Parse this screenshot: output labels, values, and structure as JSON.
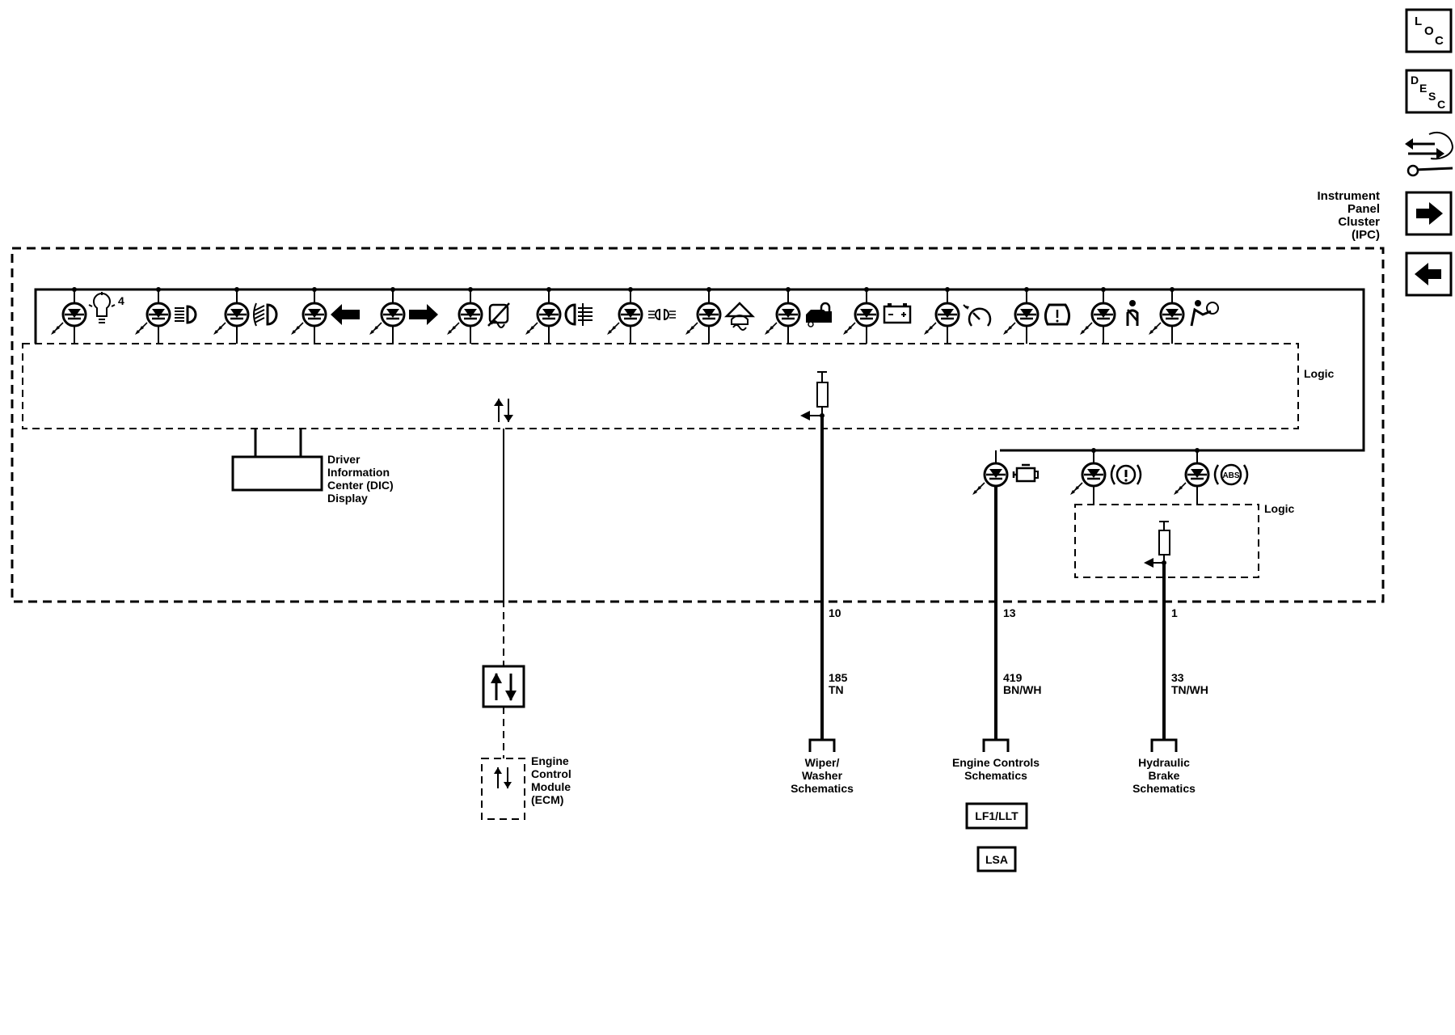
{
  "nav_buttons": {
    "loc": {
      "l1": "L",
      "l2": "O",
      "l3": "C"
    },
    "desc": {
      "l1": "D",
      "l2": "E",
      "l3": "S",
      "l4": "C"
    },
    "connector_icon": "connector-wrench-icon",
    "next_icon": "arrow-right-icon",
    "prev_icon": "arrow-left-icon"
  },
  "ipc": {
    "label_lines": [
      "Instrument",
      "Panel",
      "Cluster",
      "(IPC)"
    ],
    "logic_label": "Logic",
    "logic2_label": "Logic",
    "dic_label_lines": [
      "Driver",
      "Information",
      "Center (DIC)",
      "Display"
    ],
    "bulb_superscript": "4"
  },
  "indicators": [
    {
      "icon": "bulb-check-icon"
    },
    {
      "icon": "high-beam-icon"
    },
    {
      "icon": "front-fog-lamp-icon"
    },
    {
      "icon": "turn-left-arrow-icon"
    },
    {
      "icon": "turn-right-arrow-icon"
    },
    {
      "icon": "traction-off-icon"
    },
    {
      "icon": "rear-fog-lamp-icon"
    },
    {
      "icon": "park-lamps-icon"
    },
    {
      "icon": "stabilitrak-icon"
    },
    {
      "icon": "security-lock-icon"
    },
    {
      "icon": "battery-icon"
    },
    {
      "icon": "cruise-control-icon"
    },
    {
      "icon": "tire-pressure-icon"
    },
    {
      "icon": "seat-belt-icon"
    },
    {
      "icon": "airbag-icon"
    }
  ],
  "lower_indicators": [
    {
      "icon": "check-engine-icon"
    },
    {
      "icon": "brake-warning-icon"
    },
    {
      "icon": "abs-icon",
      "text": "ABS"
    }
  ],
  "circuits": [
    {
      "pin": "10",
      "circuit": "185",
      "color": "TN",
      "dest_lines": [
        "Wiper/",
        "Washer",
        "Schematics"
      ]
    },
    {
      "pin": "13",
      "circuit": "419",
      "color": "BN/WH",
      "dest_lines": [
        "Engine Controls",
        "Schematics"
      ],
      "options": [
        "LF1/LLT",
        "LSA"
      ]
    },
    {
      "pin": "1",
      "circuit": "33",
      "color": "TN/WH",
      "dest_lines": [
        "Hydraulic",
        "Brake",
        "Schematics"
      ]
    }
  ],
  "ecm": {
    "label_lines": [
      "Engine",
      "Control",
      "Module",
      "(ECM)"
    ],
    "icon": "serial-data-icon"
  }
}
